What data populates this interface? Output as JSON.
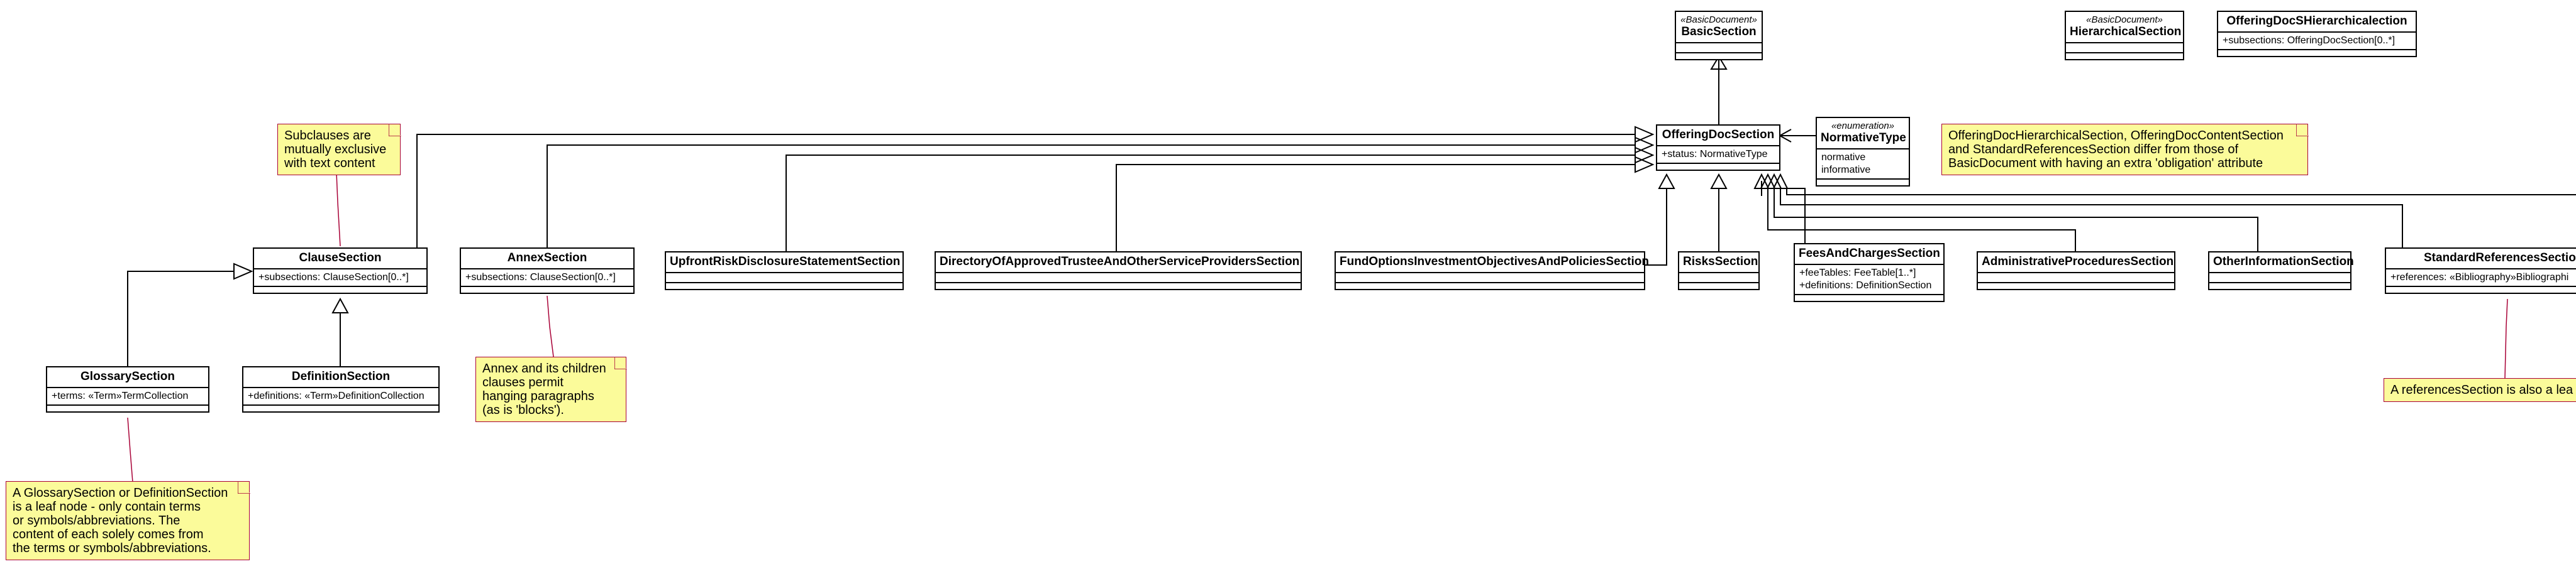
{
  "classes": {
    "basic_section": {
      "stereotype": "«BasicDocument»",
      "name": "BasicSection"
    },
    "hierarchical_section": {
      "stereotype": "«BasicDocument»",
      "name": "HierarchicalSection"
    },
    "offering_doc_s_hierarchical": {
      "name": "OfferingDocSHierarchicalection",
      "attrs": [
        "+subsections: OfferingDocSection[0..*]"
      ]
    },
    "offering_doc_section": {
      "name": "OfferingDocSection",
      "attrs": [
        "+status: NormativeType"
      ]
    },
    "normative_type": {
      "stereotype": "«enumeration»",
      "name": "NormativeType",
      "attrs": [
        "normative",
        "informative"
      ]
    },
    "clause_section": {
      "name": "ClauseSection",
      "attrs": [
        "+subsections: ClauseSection[0..*]"
      ]
    },
    "annex_section": {
      "name": "AnnexSection",
      "attrs": [
        "+subsections: ClauseSection[0..*]"
      ]
    },
    "upfront_risk": {
      "name": "UpfrontRiskDisclosureStatementSection"
    },
    "directory_trustee": {
      "name": "DirectoryOfApprovedTrusteeAndOtherServiceProvidersSection"
    },
    "fund_options": {
      "name": "FundOptionsInvestmentObjectivesAndPoliciesSection"
    },
    "risks_section": {
      "name": "RisksSection"
    },
    "fees_charges": {
      "name": "FeesAndChargesSection",
      "attrs": [
        "+feeTables: FeeTable[1..*]",
        "+definitions: DefinitionSection"
      ]
    },
    "admin_procedures": {
      "name": "AdministrativeProceduresSection"
    },
    "other_information": {
      "name": "OtherInformationSection"
    },
    "standard_references": {
      "name": "StandardReferencesSection",
      "attrs": [
        "+references: «Bibliography»Bibliographi"
      ]
    },
    "glossary_section": {
      "name": "GlossarySection",
      "attrs": [
        "+terms: «Term»TermCollection"
      ]
    },
    "definition_section": {
      "name": "DefinitionSection",
      "attrs": [
        "+definitions: «Term»DefinitionCollection"
      ]
    }
  },
  "notes": {
    "subclauses": [
      "Subclauses are",
      "mutually exclusive",
      "with text content"
    ],
    "annex": [
      "Annex and its children",
      "clauses permit",
      "hanging paragraphs",
      "(as is 'blocks')."
    ],
    "glossary": [
      "A GlossarySection or DefinitionSection",
      "is a leaf node - only contain terms",
      "or symbols/abbreviations. The",
      "content of each solely comes from",
      "the terms or symbols/abbreviations."
    ],
    "offering_diff": [
      "OfferingDocHierarchicalSection, OfferingDocContentSection",
      "and StandardReferencesSection differ from those of",
      "BasicDocument with having an extra 'obligation' attribute"
    ],
    "references": [
      "A referencesSection is also a lea"
    ]
  },
  "colors": {
    "note_fill": "#fbfb9a",
    "note_border": "#a80036",
    "line": "#000000"
  }
}
